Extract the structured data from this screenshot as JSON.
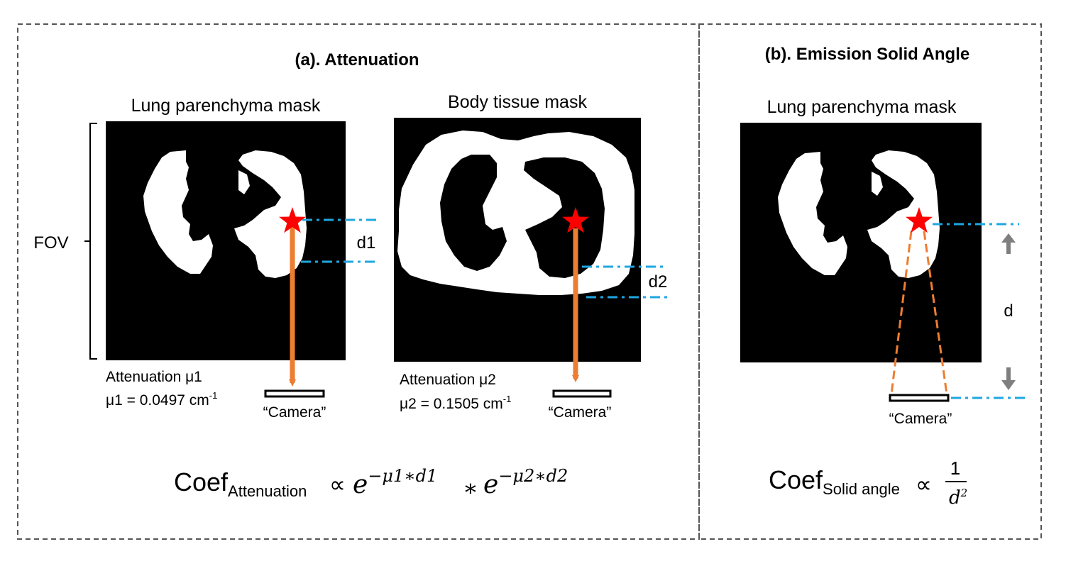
{
  "panel_a": {
    "title": "(a). Attenuation",
    "fov_label": "FOV",
    "lung": {
      "label": "Lung parenchyma mask",
      "distance_label": "d1",
      "attenuation_title": "Attenuation μ1",
      "attenuation_value": "μ1 = 0.0497 cm",
      "unit_exponent": "-1",
      "camera_label": "“Camera”"
    },
    "body": {
      "label": "Body tissue mask",
      "distance_label": "d2",
      "attenuation_title": "Attenuation μ2",
      "attenuation_value": "μ2 = 0.1505 cm",
      "unit_exponent": "-1",
      "camera_label": "“Camera”"
    },
    "formula": {
      "coef": "Coef",
      "subscript": "Attenuation",
      "relation": "∝",
      "term1_base": "e",
      "term1_exponent": "−μ1∗d1",
      "times": "∗",
      "term2_base": "e",
      "term2_exponent": "−μ2∗d2"
    }
  },
  "panel_b": {
    "title": "(b). Emission Solid Angle",
    "mask_label": "Lung parenchyma mask",
    "distance_label": "d",
    "camera_label": "“Camera”",
    "formula": {
      "coef": "Coef",
      "subscript": "Solid angle",
      "relation": "∝",
      "numerator": "1",
      "denominator": "d",
      "denominator_exponent": "2"
    }
  },
  "colors": {
    "star": "#ff0000",
    "arrow": "#ed7d31",
    "distance_line": "#1ea7e1",
    "grey_arrow": "#7f7f7f",
    "frame": "#555555",
    "mask_background": "#000000",
    "mask_foreground": "#ffffff"
  }
}
